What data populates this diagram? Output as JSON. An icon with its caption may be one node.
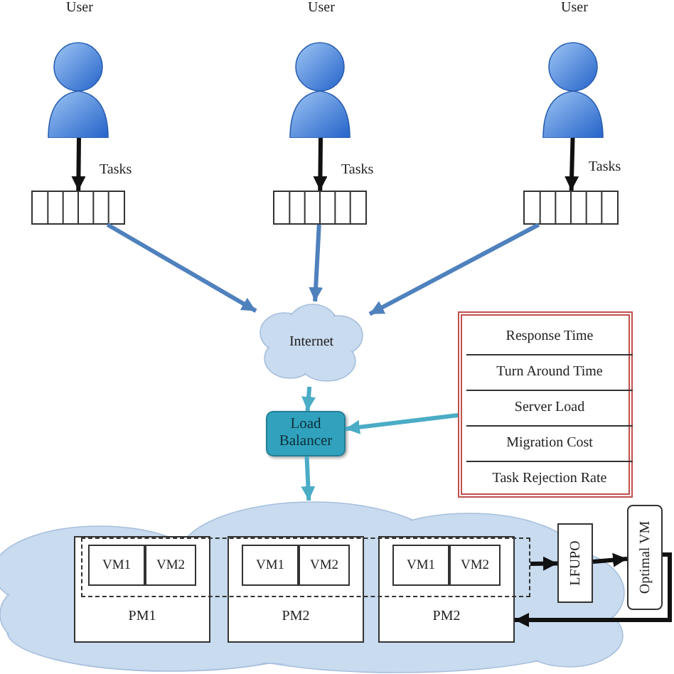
{
  "diagram": {
    "nodes": [
      {
        "text": [
          "User"
        ]
      },
      {
        "text": [
          "User"
        ]
      },
      {
        "text": [
          "User"
        ]
      },
      {
        "text": [],
        "shape": "bar",
        "beside": [
          "Tasks"
        ]
      },
      {
        "text": [],
        "shape": "bar",
        "beside": [
          "Tasks"
        ]
      },
      {
        "text": [],
        "shape": "bar",
        "beside": [
          "Tasks"
        ]
      },
      {
        "text": [
          "Internet"
        ]
      },
      {
        "text": [
          "Load Balancer"
        ]
      },
      {
        "text": [],
        "shape": "box"
      },
      {
        "text": [
          "Response Time"
        ],
        "in": 8
      },
      {
        "text": [
          "Turn Around Time"
        ],
        "in": 8
      },
      {
        "text": [
          "Server Load"
        ],
        "in": 8
      },
      {
        "text": [
          "Migration Cost"
        ],
        "in": 8
      },
      {
        "text": [
          "Task Rejection Rate"
        ],
        "in": 8
      },
      {
        "text": [],
        "shape": "cloud"
      },
      {
        "text": [
          "PM1"
        ],
        "in": 14
      },
      {
        "text": [
          "VM1"
        ]
      },
      {
        "text": [
          "VM2"
        ]
      },
      {
        "text": [
          "PM2"
        ],
        "in": 14
      },
      {
        "text": [
          "VM1"
        ]
      },
      {
        "text": [
          "VM2"
        ]
      },
      {
        "text": [
          "PM2"
        ],
        "in": 14
      },
      {
        "text": [
          "VM1"
        ]
      },
      {
        "text": [
          "VM2"
        ]
      },
      {
        "text": [],
        "shape": "box",
        "in": 14
      },
      {
        "text": [
          "LFUPO"
        ]
      },
      {
        "text": [
          "Optimal VM"
        ]
      }
    ],
    "edges": [
      {
        "from": 0,
        "to": 3,
        "arrow": "to"
      },
      {
        "from": 1,
        "to": 4,
        "arrow": "to"
      },
      {
        "from": 2,
        "to": 5,
        "arrow": "to"
      },
      {
        "from": 3,
        "to": 6,
        "arrow": "to",
        "color": "#4f81bd"
      },
      {
        "from": 4,
        "to": 6,
        "arrow": "to",
        "color": "#4f81bd"
      },
      {
        "from": 5,
        "to": 6,
        "arrow": "to",
        "color": "#4f81bd"
      },
      {
        "from": 6,
        "to": 7,
        "arrow": "to",
        "color": "#4bacc6"
      },
      {
        "from": 8,
        "to": 7,
        "arrow": "to",
        "color": "#4bacc6"
      },
      {
        "from": 7,
        "to": 14,
        "arrow": "to",
        "color": "#4bacc6"
      },
      {
        "from": 24,
        "to": 25,
        "arrow": "to"
      },
      {
        "from": 25,
        "to": 26,
        "arrow": "to"
      },
      {
        "from": 26,
        "to": 21,
        "arrow": "to"
      }
    ]
  }
}
